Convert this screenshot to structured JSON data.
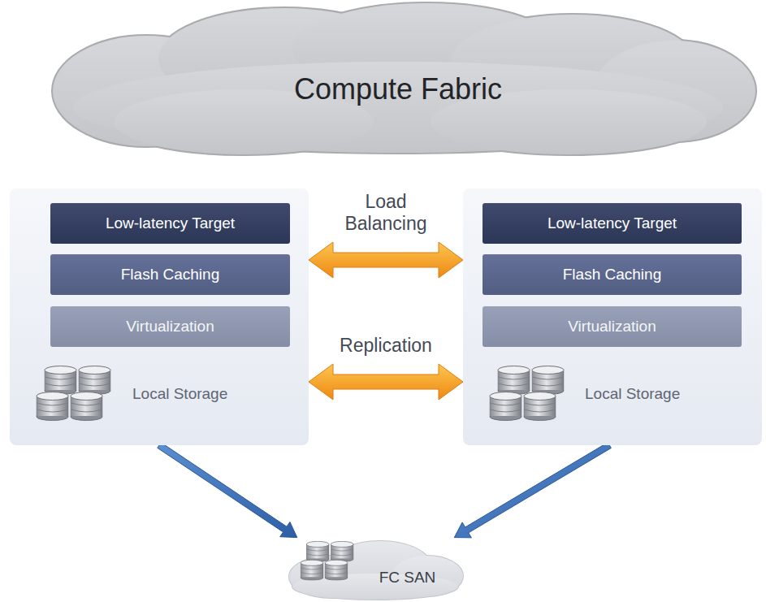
{
  "diagram": {
    "nodes": [
      {
        "text": [
          "Compute Fabric"
        ]
      },
      {
        "text": [
          "Local Storage"
        ]
      },
      {
        "text": [
          "Low-latency Target"
        ],
        "in": 1
      },
      {
        "text": [
          "Flash Caching"
        ],
        "in": 1
      },
      {
        "text": [
          "Virtualization"
        ],
        "in": 1
      },
      {
        "text": [
          "Local Storage"
        ]
      },
      {
        "text": [
          "Low-latency Target"
        ],
        "in": 5
      },
      {
        "text": [
          "Flash Caching"
        ],
        "in": 5
      },
      {
        "text": [
          "Virtualization"
        ],
        "in": 5
      },
      {
        "text": [
          "FC SAN"
        ]
      }
    ],
    "edges": [
      {
        "from": 1,
        "to": 5,
        "label": "Load Balancing",
        "arrow": "both"
      },
      {
        "from": 1,
        "to": 5,
        "label": "Replication",
        "arrow": "both"
      },
      {
        "from": 1,
        "to": 9,
        "arrow": "to"
      },
      {
        "from": 5,
        "to": 9,
        "arrow": "to"
      }
    ]
  }
}
